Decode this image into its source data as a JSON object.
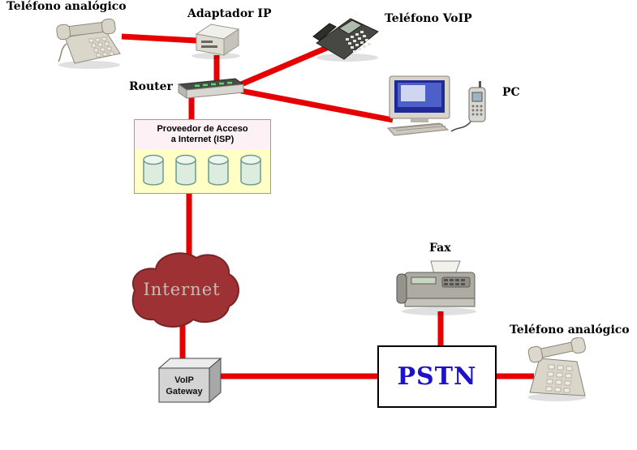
{
  "diagram": {
    "labels": {
      "analog_phone_top": "Teléfono analógico",
      "adapter": "Adaptador IP",
      "voip_phone": "Teléfono VoIP",
      "router": "Router",
      "pc": "PC",
      "fax": "Fax",
      "analog_phone_bottom": "Teléfono analógico"
    },
    "isp": {
      "line1": "Proveedor de Acceso",
      "line2": "a Internet (ISP)"
    },
    "internet_label": "Internet",
    "gateway": {
      "line1": "VoIP",
      "line2": "Gateway"
    },
    "pstn_label": "PSTN",
    "colors": {
      "wire": "#e60000",
      "cloud_fill": "#9e3134",
      "cloud_edge": "#7c2327",
      "pstn_text": "#1d12c9",
      "isp_header_bg": "#fdf1f6",
      "isp_body_bg": "#ffffc6",
      "cylinder_fill": "#dcecdf",
      "cylinder_stroke": "#6d9c8e"
    }
  }
}
